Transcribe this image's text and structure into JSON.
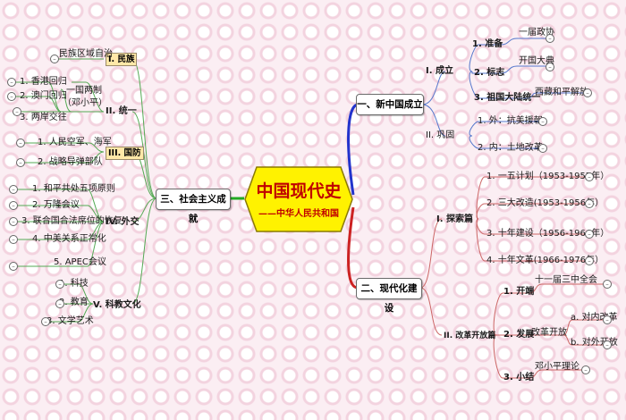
{
  "center": {
    "title": "中国现代史",
    "subtitle": "——中华人民共和国"
  },
  "branch1": {
    "title": "一、新中国成立",
    "sec1": {
      "label": "I. 成立",
      "items": [
        {
          "label": "1. 准备",
          "detail": "一届政协"
        },
        {
          "label": "2. 标志",
          "detail": "开国大典"
        },
        {
          "label": "3. 祖国大陆统一",
          "detail": "西藏和平解放"
        }
      ]
    },
    "sec2": {
      "label": "II. 巩固",
      "items": [
        "1. 外：抗美援朝",
        "2. 内：土地改革"
      ]
    }
  },
  "branch2": {
    "title": "二、现代化建设",
    "sec1": {
      "label": "I. 探索篇",
      "items": [
        "1. 一五计划（1953-1957年）",
        "2. 三大改造(1953-1956年）",
        "3. 十年建设（1956-1966年）",
        "4. 十年文革(1966-1976年）"
      ]
    },
    "sec2": {
      "label": "II. 改革开放篇",
      "items": [
        {
          "label": "1. 开端",
          "detail": "十一届三中全会"
        },
        {
          "label": "2. 发展",
          "detail": "改革开放",
          "sub": [
            "a. 对内改革",
            "b. 对外开放"
          ]
        },
        {
          "label": "3. 小结",
          "detail": "邓小平理论"
        }
      ]
    }
  },
  "branch3": {
    "title": "三、社会主义成就",
    "minzu": {
      "label": "I. 民族",
      "detail": "民族区域自治"
    },
    "tongyi": {
      "label": "II. 统一",
      "detail": "一国两制",
      "detail2": "（邓小平）",
      "items": [
        "1. 香港回归",
        "2. 澳门回归",
        "3. 两岸交往"
      ]
    },
    "guofang": {
      "label": "III. 国防",
      "items": [
        "1. 人民空军、海军",
        "2. 战略导弹部队"
      ]
    },
    "waijiao": {
      "label": "IV. 外交",
      "items": [
        "1. 和平共处五项原则",
        "2. 万隆会议",
        "3. 联合国合法席位的恢复",
        "4. 中美关系正常化",
        "5. APEC会议"
      ]
    },
    "kejiao": {
      "label": "V. 科教文化",
      "items": [
        "1. 科技",
        "2. 教育",
        "3. 文学艺术"
      ]
    }
  }
}
